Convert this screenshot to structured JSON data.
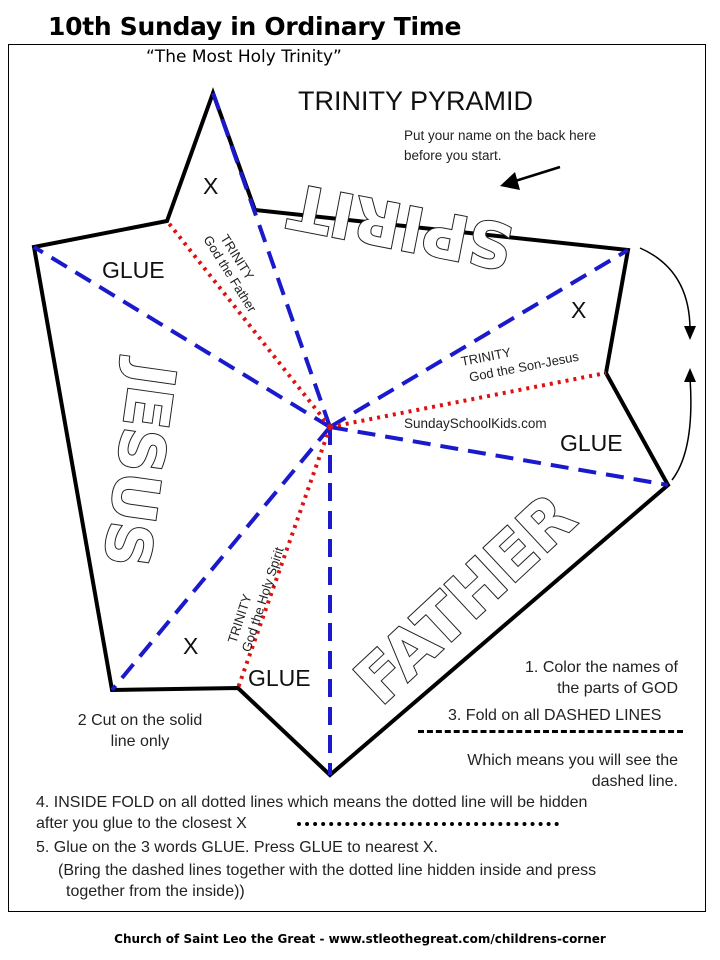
{
  "title": "10th Sunday in Ordinary Time",
  "subtitle": "“The Most Holy Trinity”",
  "pyramid": {
    "heading": "TRINITY PYRAMID",
    "name_note_1": "Put your name on the back here",
    "name_note_2": "before you start.",
    "words": [
      "SPIRIT",
      "JESUS",
      "FATHER"
    ],
    "glue": "GLUE",
    "x": "X",
    "trinity": "TRINITY",
    "god_father": "God the Father",
    "god_son": "God the Son-Jesus",
    "god_spirit": "God the Holy Spirit",
    "site": "SundaySchoolKids.com"
  },
  "instructions": {
    "step1_line1": "1. Color the names of",
    "step1_line2": "the parts of GOD",
    "step3": "3.  Fold on all DASHED LINES",
    "means_line1": "Which means you will see the",
    "means_line2": "dashed line.",
    "step2_line1": "2 Cut on the solid",
    "step2_line2": "line only",
    "step4_line1": "4. INSIDE FOLD on all dotted lines which means the dotted line will be hidden",
    "step4_line2": "after you glue to the closest X",
    "step5": "5. Glue on the 3 words GLUE. Press GLUE to nearest X.",
    "bring_line1": "(Bring the dashed lines together with the dotted line hidden inside and press",
    "bring_line2": "together from the inside))"
  },
  "footer": "Church of Saint Leo the Great - www.stleothegreat.com/childrens-corner",
  "colors": {
    "dashed": "#1a1acc",
    "dotted": "#dd1111"
  }
}
